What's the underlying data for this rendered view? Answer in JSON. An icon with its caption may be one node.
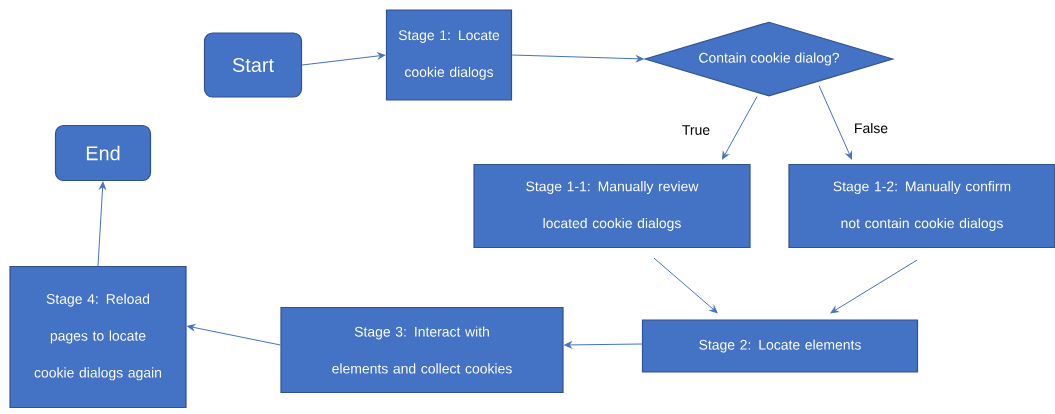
{
  "diagram": {
    "nodes": [
      {
        "text": [
          "Start"
        ]
      },
      {
        "text": [
          "Stage 1: Locate cookie dialogs"
        ]
      },
      {
        "text": [
          "Contain cookie dialog?"
        ]
      },
      {
        "text": [
          "Stage 1-1: Manually review located cookie dialogs"
        ]
      },
      {
        "text": [
          "Stage 1-2: Manually confirm not contain cookie dialogs"
        ]
      },
      {
        "text": [
          "Stage 2: Locate elements"
        ]
      },
      {
        "text": [
          "Stage 3: Interact with elements and collect cookies"
        ]
      },
      {
        "text": [
          "Stage 4: Reload pages to locate cookie dialogs again"
        ]
      },
      {
        "text": [
          "End"
        ]
      }
    ],
    "edges": [
      {
        "from": 0,
        "to": 1,
        "arrow": "to"
      },
      {
        "from": 1,
        "to": 2,
        "arrow": "to"
      },
      {
        "from": 2,
        "to": 3,
        "arrow": "to",
        "label": "True"
      },
      {
        "from": 2,
        "to": 4,
        "arrow": "to",
        "label": "False"
      },
      {
        "from": 3,
        "to": 5,
        "arrow": "to"
      },
      {
        "from": 4,
        "to": 5,
        "arrow": "to"
      },
      {
        "from": 5,
        "to": 6,
        "arrow": "to"
      },
      {
        "from": 6,
        "to": 7,
        "arrow": "to"
      },
      {
        "from": 7,
        "to": 8,
        "arrow": "to"
      }
    ]
  }
}
